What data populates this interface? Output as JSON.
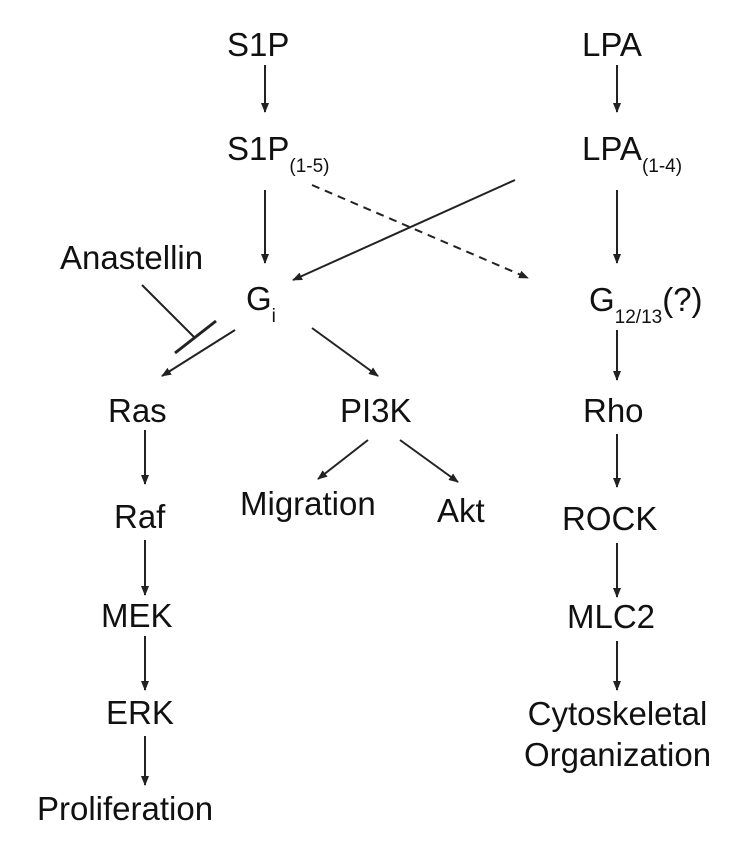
{
  "diagram": {
    "nodes": {
      "s1p": {
        "label": "S1P"
      },
      "lpa": {
        "label": "LPA"
      },
      "s1p_receptor": {
        "label": "S1P",
        "subscript": "(1-5)"
      },
      "lpa_receptor": {
        "label": "LPA",
        "subscript": "(1-4)"
      },
      "anastellin": {
        "label": "Anastellin"
      },
      "gi": {
        "label": "G",
        "subscript": "i"
      },
      "g1213": {
        "label": "G",
        "subscript": "12/13",
        "suffix": "(?)"
      },
      "ras": {
        "label": "Ras"
      },
      "pi3k": {
        "label": "PI3K"
      },
      "rho": {
        "label": "Rho"
      },
      "migration": {
        "label": "Migration"
      },
      "akt": {
        "label": "Akt"
      },
      "raf": {
        "label": "Raf"
      },
      "rock": {
        "label": "ROCK"
      },
      "mek": {
        "label": "MEK"
      },
      "mlc2": {
        "label": "MLC2"
      },
      "erk": {
        "label": "ERK"
      },
      "cytoskeletal": {
        "line1": "Cytoskeletal",
        "line2": "Organization"
      },
      "proliferation": {
        "label": "Proliferation"
      }
    },
    "colors": {
      "line": "#222222",
      "text": "#111111",
      "background": "#ffffff"
    }
  }
}
